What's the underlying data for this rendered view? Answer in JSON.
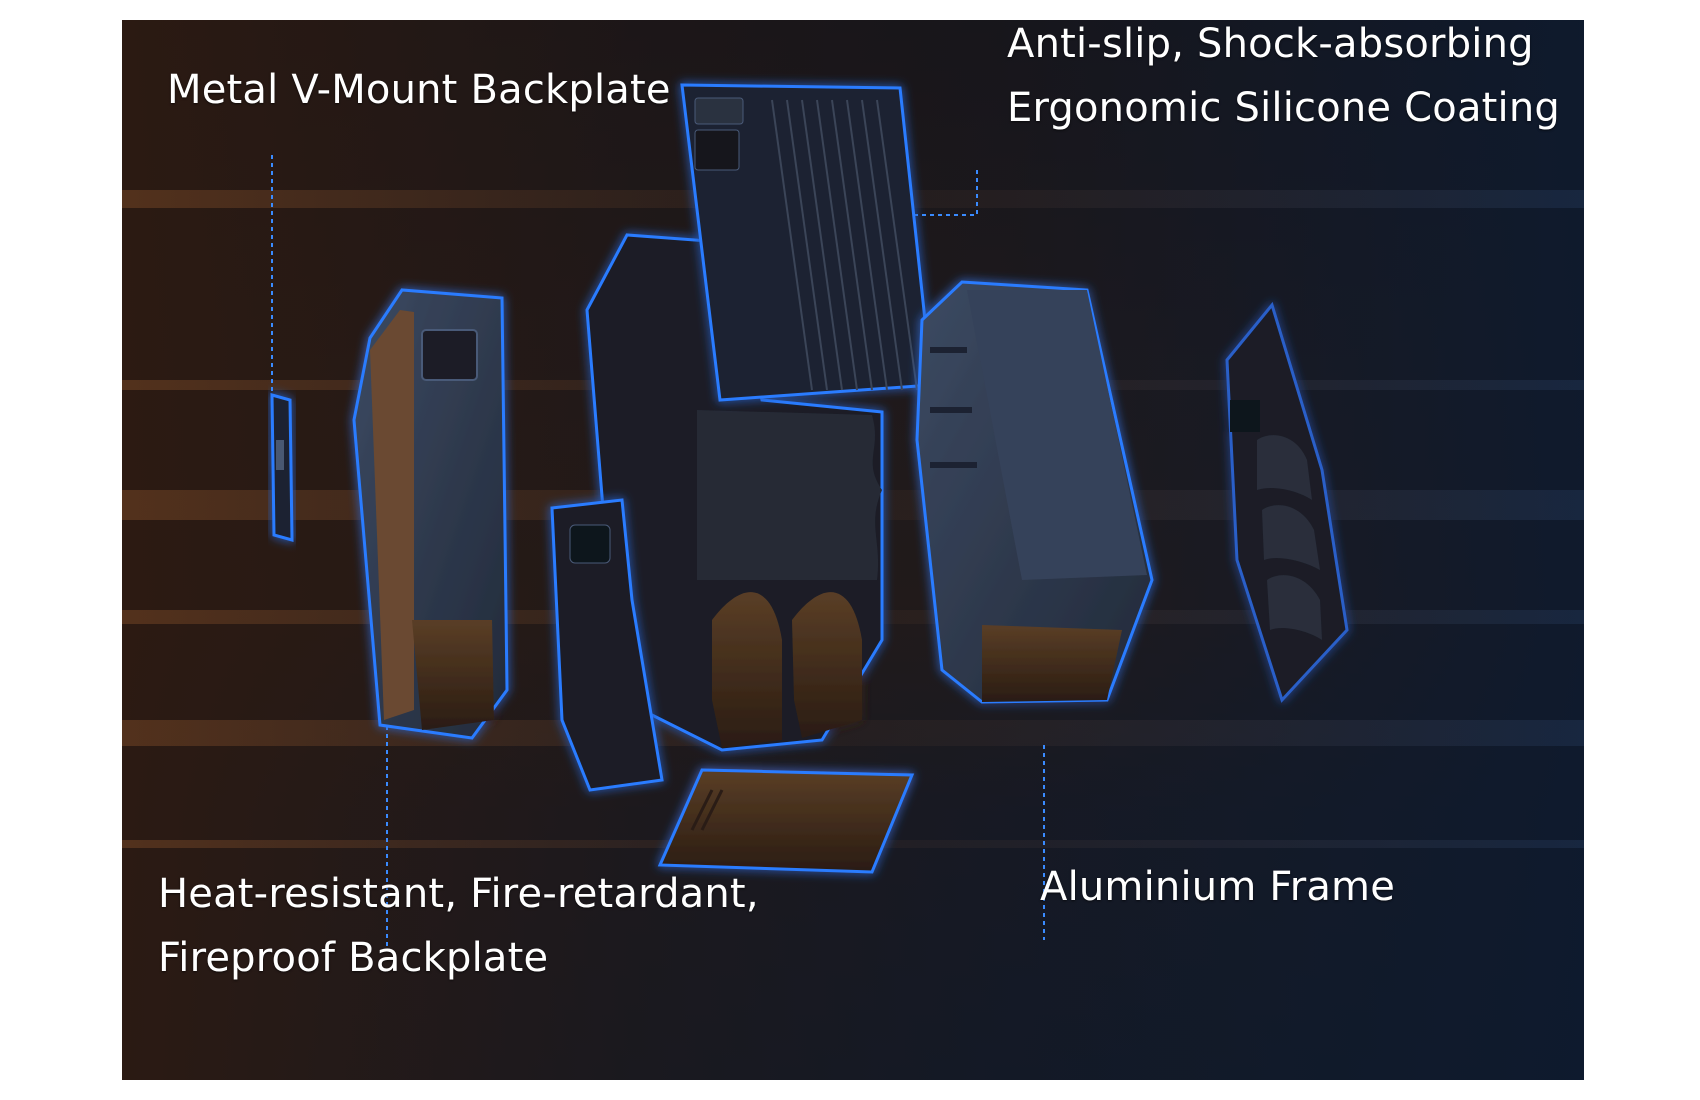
{
  "callouts": {
    "metal_backplate": "Metal V-Mount Backplate",
    "silicone_coating_line1": "Anti-slip, Shock-absorbing",
    "silicone_coating_line2": "Ergonomic Silicone Coating",
    "fire_backplate_line1": "Heat-resistant, Fire-retardant,",
    "fire_backplate_line2": "Fireproof Backplate",
    "aluminium_frame": "Aluminium Frame"
  },
  "colors": {
    "glow": "#1e7cff",
    "leader_line": "#3a8bff",
    "text": "#ffffff"
  },
  "components": [
    "metal-vmount-plate",
    "side-housing",
    "battery-core",
    "silicone-top-cover",
    "aluminium-frame",
    "fireproof-backplate",
    "bottom-plate",
    "lower-plate"
  ]
}
